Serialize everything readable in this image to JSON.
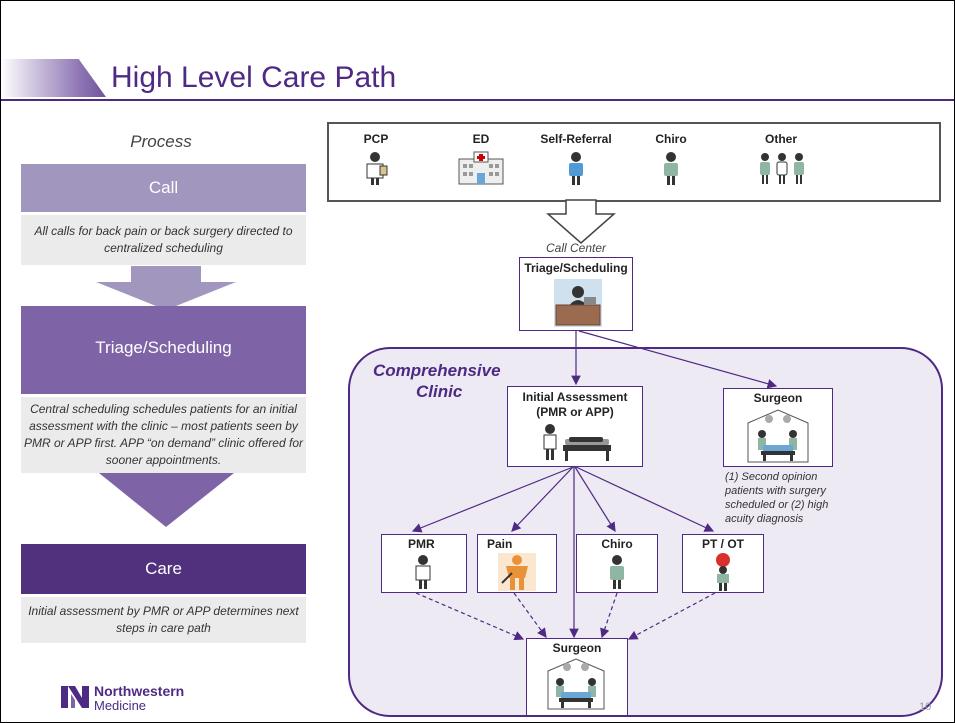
{
  "slide": {
    "title": "High Level Care Path",
    "page_number": "10"
  },
  "process": {
    "heading": "Process",
    "steps": [
      {
        "label": "Call",
        "description": "All calls for back pain or back surgery directed to centralized scheduling",
        "color": "#a196bd"
      },
      {
        "label": "Triage/Scheduling",
        "description": "Central scheduling schedules patients for an initial assessment with the clinic – most patients seen by PMR or APP first. APP “on demand” clinic offered for sooner appointments.",
        "color": "#7e64a6"
      },
      {
        "label": "Care",
        "description": "Initial assessment by PMR or APP determines next steps in care path",
        "color": "#51307d"
      }
    ]
  },
  "diagram": {
    "sources": [
      {
        "label": "PCP",
        "icon": "doctor-icon"
      },
      {
        "label": "ED",
        "icon": "hospital-icon"
      },
      {
        "label": "Self-Referral",
        "icon": "patient-icon"
      },
      {
        "label": "Chiro",
        "icon": "person-icon"
      },
      {
        "label": "Other",
        "icon": "people-group-icon"
      }
    ],
    "call_center": {
      "caption": "Call Center",
      "label": "Triage/Scheduling",
      "icon": "scheduler-desk-icon"
    },
    "clinic": {
      "title_line1": "Comprehensive",
      "title_line2": "Clinic",
      "fill": "#edeaf4",
      "border": "#4e2a84"
    },
    "initial_assessment": {
      "line1": "Initial Assessment",
      "line2": "(PMR or APP)",
      "icon": "exam-table-icon"
    },
    "surgeon_top": {
      "label": "Surgeon",
      "note": "(1) Second opinion patients with surgery scheduled or (2) high acuity diagnosis",
      "icon": "operating-room-icon"
    },
    "referrals": [
      {
        "label": "PMR",
        "icon": "doctor-icon"
      },
      {
        "label": "Pain",
        "icon": "pain-body-icon"
      },
      {
        "label": "Chiro",
        "icon": "person-icon"
      },
      {
        "label": "PT / OT",
        "icon": "therapy-ball-icon"
      }
    ],
    "surgeon_bottom": {
      "label": "Surgeon",
      "icon": "operating-room-icon"
    }
  },
  "logo": {
    "line1": "Northwestern",
    "line2": "Medicine",
    "color": "#4e2a84",
    "icon": "nm-logo-icon"
  }
}
